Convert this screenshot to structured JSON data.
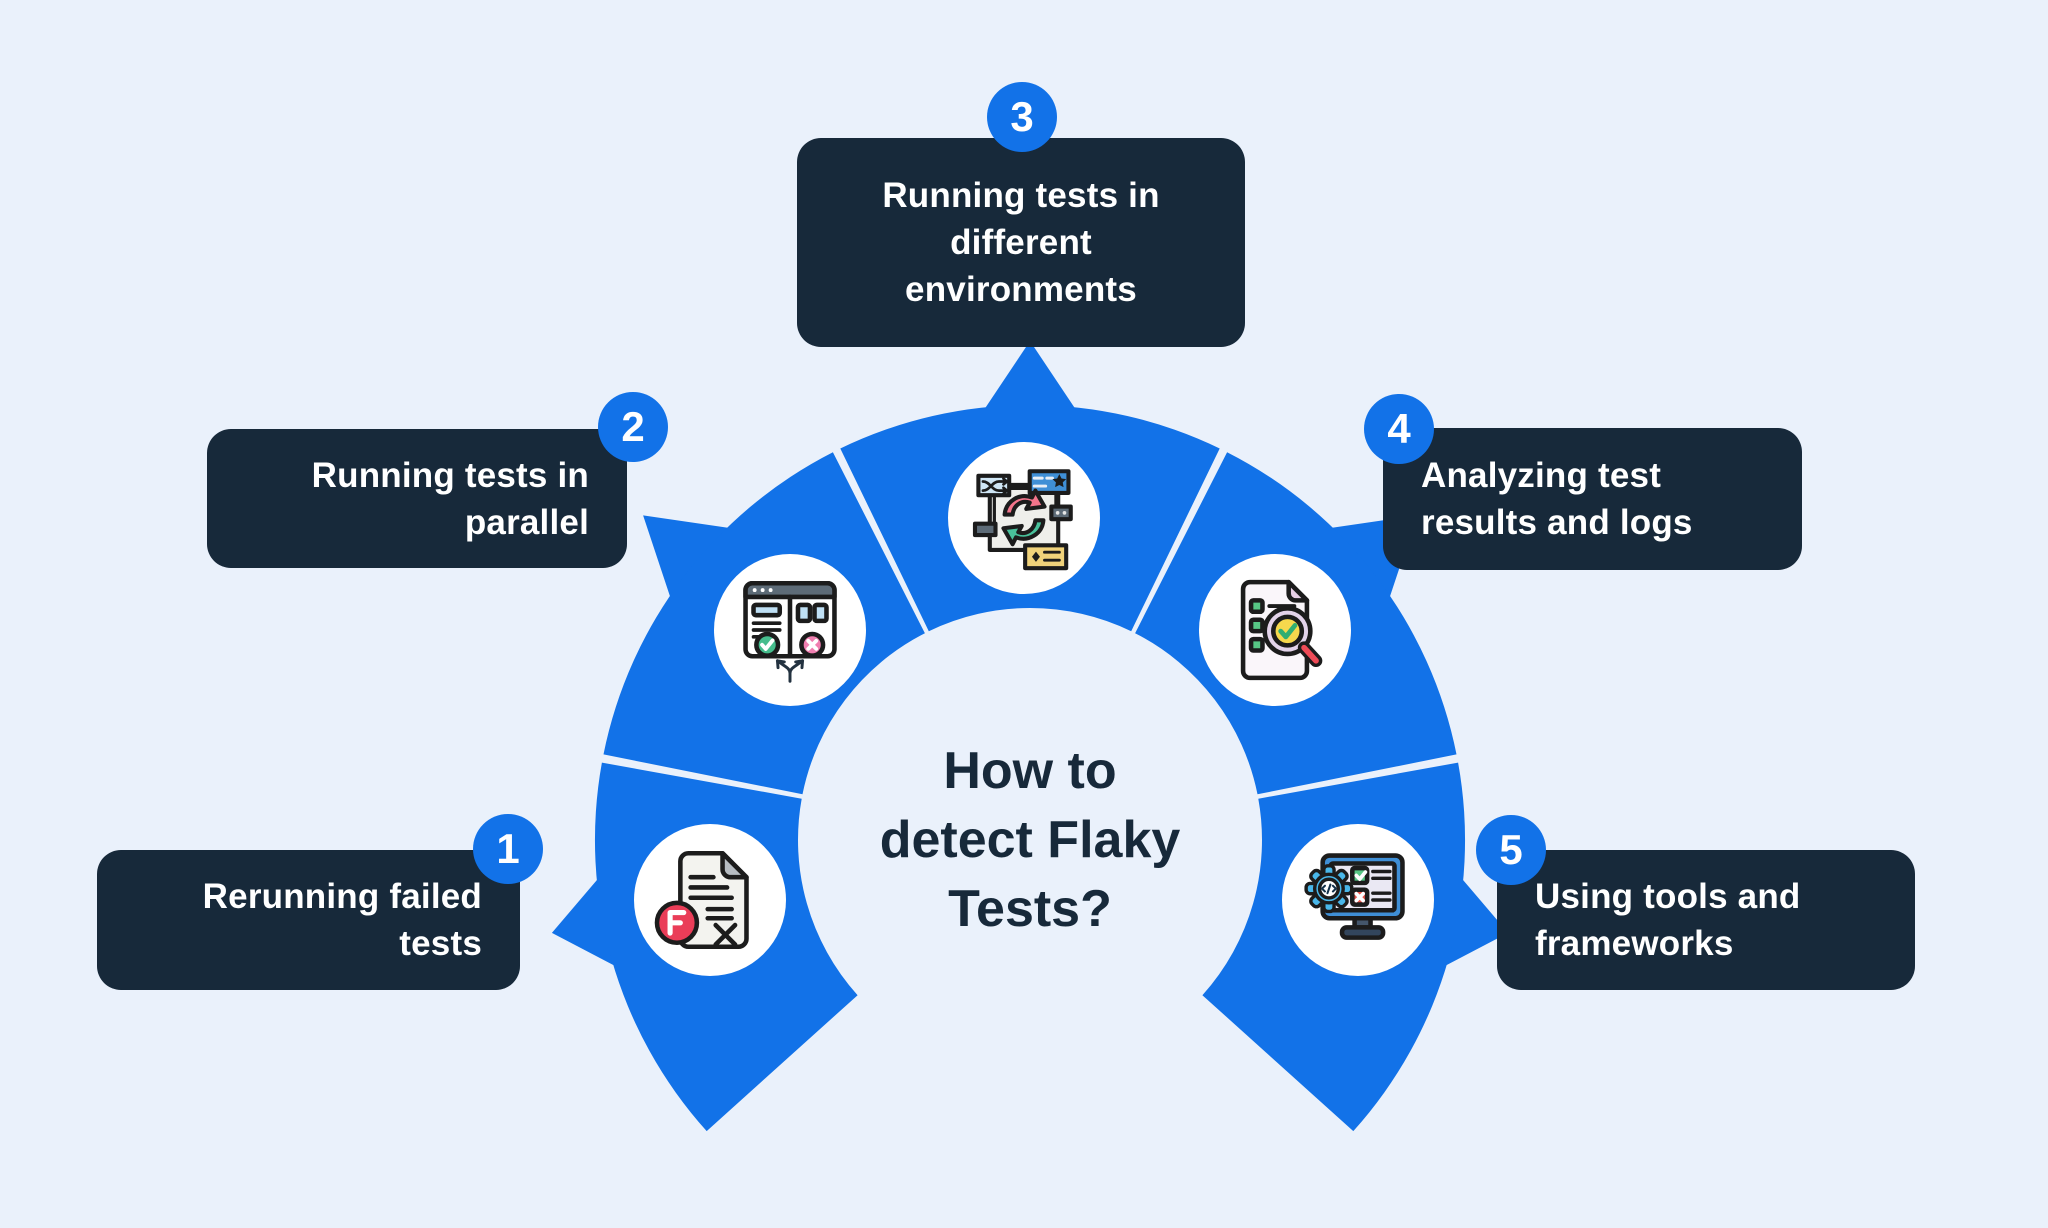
{
  "center": {
    "title": "How to detect Flaky Tests?",
    "title_lines": [
      "How to",
      "detect Flaky",
      "Tests?"
    ]
  },
  "steps": [
    {
      "number": "1",
      "label": "Rerunning failed tests",
      "icon": "failed-test-document-icon"
    },
    {
      "number": "2",
      "label": "Running tests in parallel",
      "icon": "parallel-test-windows-icon"
    },
    {
      "number": "3",
      "label": "Running tests in different environments",
      "icon": "environment-cycle-icon"
    },
    {
      "number": "4",
      "label": "Analyzing test results and logs",
      "icon": "log-analysis-magnifier-icon"
    },
    {
      "number": "5",
      "label": "Using tools and frameworks",
      "icon": "testing-tools-monitor-icon"
    }
  ],
  "colors": {
    "background": "#eaf1fb",
    "arc_blue": "#1272e8",
    "badge_blue": "#1272e8",
    "card_navy": "#17293a",
    "title_navy": "#17293a",
    "icon_outline": "#1c1c1c",
    "white": "#ffffff"
  }
}
